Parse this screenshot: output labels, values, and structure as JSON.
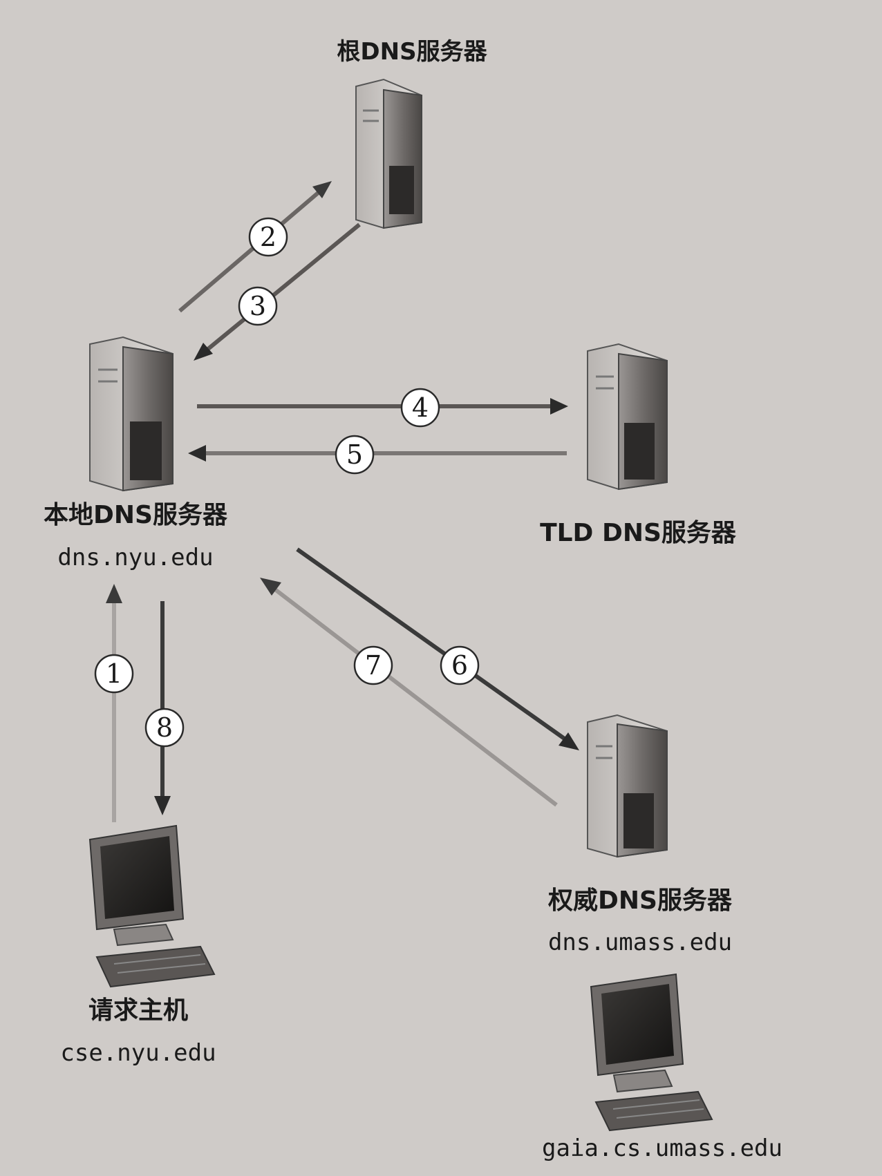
{
  "nodes": {
    "root_server": {
      "title": "根DNS服务器"
    },
    "local_server": {
      "title": "本地DNS服务器",
      "host": "dns.nyu.edu"
    },
    "tld_server": {
      "title": "TLD DNS服务器"
    },
    "auth_server": {
      "title": "权威DNS服务器",
      "host": "dns.umass.edu"
    },
    "requesting_host": {
      "title": "请求主机",
      "host": "cse.nyu.edu"
    },
    "target_host": {
      "host": "gaia.cs.umass.edu"
    }
  },
  "steps": [
    "1",
    "2",
    "3",
    "4",
    "5",
    "6",
    "7",
    "8"
  ],
  "icons": {
    "server": "server-tower-icon",
    "computer": "desktop-computer-icon"
  }
}
